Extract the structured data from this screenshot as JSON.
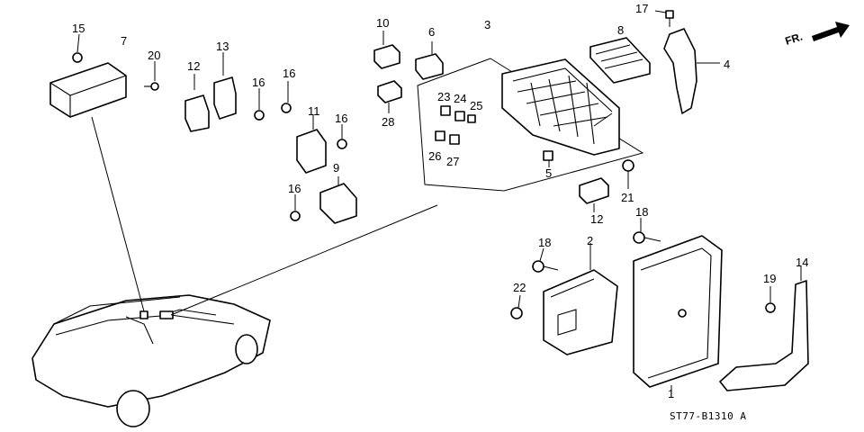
{
  "diagram": {
    "direction_label": "FR.",
    "drawing_code": "ST77-B1310 A",
    "callouts": [
      "1",
      "2",
      "3",
      "4",
      "5",
      "6",
      "7",
      "8",
      "9",
      "10",
      "11",
      "12",
      "12",
      "13",
      "14",
      "15",
      "16",
      "16",
      "16",
      "16",
      "17",
      "18",
      "18",
      "19",
      "20",
      "21",
      "22",
      "23",
      "24",
      "25",
      "26",
      "27",
      "28"
    ]
  }
}
